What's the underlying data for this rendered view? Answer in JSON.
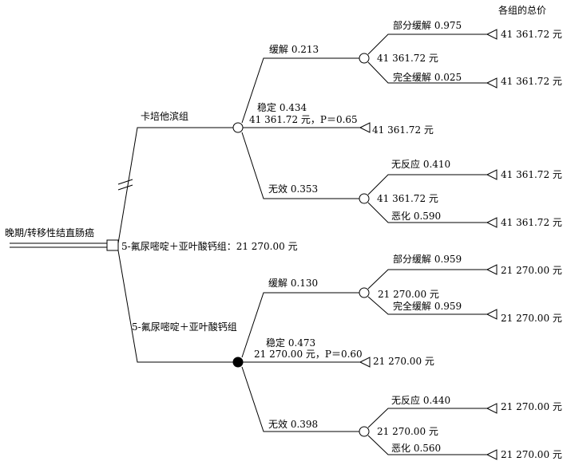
{
  "header": {
    "total_cost_label": "各组的总价"
  },
  "root": {
    "label": "晚期/转移性结直肠癌"
  },
  "groups": [
    {
      "label": "卡培他滨组",
      "branches": [
        {
          "label": "缓解 0.213",
          "value": "41 361.72 元",
          "outcomes": [
            {
              "label": "部分缓解 0.975",
              "total": "41 361.72 元"
            },
            {
              "label": "完全缓解 0.025",
              "total": "41 361.72 元"
            }
          ]
        },
        {
          "label": "稳定 0.434",
          "value": "41 361.72 元，P＝0.65",
          "total": "41 361.72 元"
        },
        {
          "label": "无效 0.353",
          "value": "41 361.72 元",
          "outcomes": [
            {
              "label": "无反应 0.410",
              "total": "41 361.72 元"
            },
            {
              "label": "恶化 0.590",
              "total": "41 361.72 元"
            }
          ]
        }
      ]
    },
    {
      "label": "5-氟尿嘧啶＋亚叶酸钙组",
      "decision_value": "5-氟尿嘧啶＋亚叶酸钙组：21 270.00 元",
      "branches": [
        {
          "label": "缓解 0.130",
          "value": "21 270.00 元",
          "outcomes": [
            {
              "label": "部分缓解 0.959",
              "total": "21 270.00 元"
            },
            {
              "label": "完全缓解 0.959",
              "total": "21 270.00 元"
            }
          ]
        },
        {
          "label": "稳定 0.473",
          "value": "21 270.00 元，P＝0.60",
          "total": "21 270.00 元"
        },
        {
          "label": "无效 0.398",
          "value": "21 270.00 元",
          "outcomes": [
            {
              "label": "无反应 0.440",
              "total": "21 270.00 元"
            },
            {
              "label": "恶化 0.560",
              "total": "21 270.00 元"
            }
          ]
        }
      ]
    }
  ]
}
